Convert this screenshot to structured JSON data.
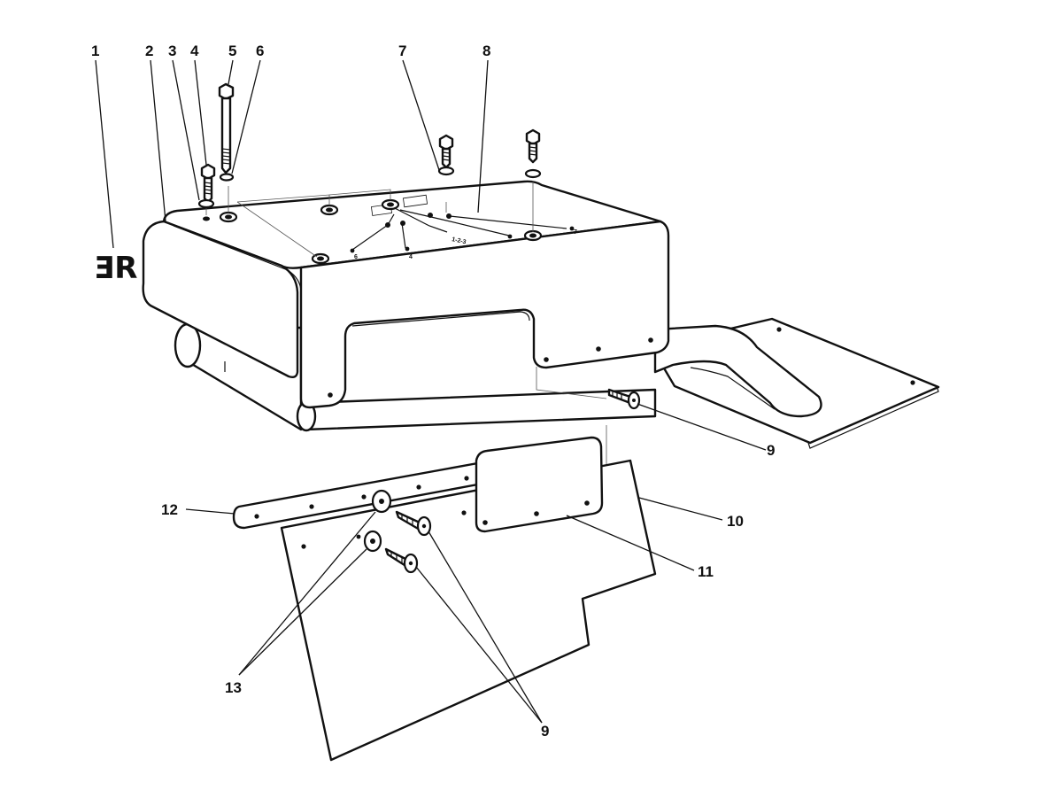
{
  "diagram": {
    "callouts": [
      "1",
      "2",
      "3",
      "4",
      "5",
      "6",
      "7",
      "8",
      "9",
      "10",
      "11",
      "12",
      "13"
    ],
    "logo_text": "ƎR",
    "decal_texts": [
      "1-2-3",
      "7",
      "6",
      "4"
    ]
  }
}
